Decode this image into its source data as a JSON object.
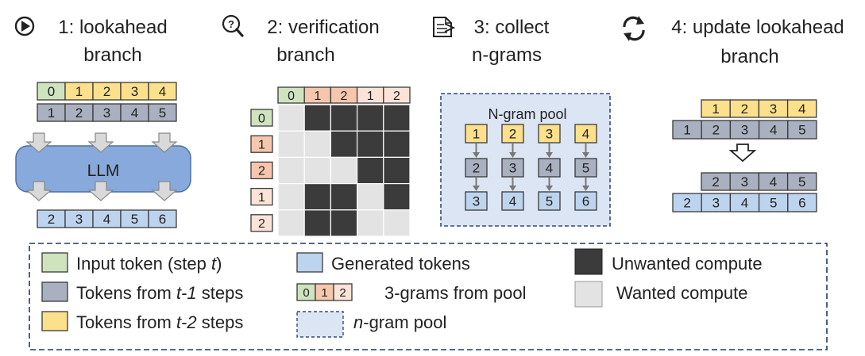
{
  "steps": [
    {
      "line1": "1: lookahead",
      "line2": "branch",
      "icon": "play-icon"
    },
    {
      "line1": "2: verification",
      "line2": "branch",
      "icon": "magnifier-question-icon"
    },
    {
      "line1": "3: collect",
      "line2": "n-grams",
      "icon": "document-icon"
    },
    {
      "line1": "4: update lookahead",
      "line2": "branch",
      "icon": "refresh-icon"
    }
  ],
  "lookahead": {
    "row_top": [
      "0",
      "1",
      "2",
      "3",
      "4"
    ],
    "row_mid": [
      "1",
      "2",
      "3",
      "4",
      "5"
    ],
    "llm_label": "LLM",
    "row_out": [
      "2",
      "3",
      "4",
      "5",
      "6"
    ]
  },
  "verification": {
    "col_header": [
      "0",
      "1",
      "2",
      "1",
      "2"
    ],
    "row_header": [
      "0",
      "1",
      "2",
      "1",
      "2"
    ],
    "mask": [
      [
        0,
        1,
        1,
        1,
        1
      ],
      [
        0,
        0,
        1,
        1,
        1
      ],
      [
        0,
        0,
        0,
        1,
        1
      ],
      [
        0,
        1,
        1,
        0,
        1
      ],
      [
        0,
        1,
        1,
        0,
        0
      ]
    ]
  },
  "pool": {
    "title": "N-gram pool",
    "row1": [
      "1",
      "2",
      "3",
      "4"
    ],
    "row2": [
      "2",
      "3",
      "4",
      "5"
    ],
    "row3": [
      "3",
      "4",
      "5",
      "6"
    ]
  },
  "update": {
    "row_a": [
      "1",
      "2",
      "3",
      "4"
    ],
    "row_b": [
      "1",
      "2",
      "3",
      "4",
      "5"
    ],
    "row_c": [
      "2",
      "3",
      "4",
      "5"
    ],
    "row_d": [
      "2",
      "3",
      "4",
      "5",
      "6"
    ]
  },
  "legend": {
    "input_token": "Input token (step ",
    "input_token_var": "t",
    "input_token_end": ")",
    "t1_prefix": "Tokens from ",
    "t1_var": "t-1",
    "t1_suffix": " steps",
    "t2_prefix": "Tokens from ",
    "t2_var": "t-2",
    "t2_suffix": " steps",
    "generated": "Generated tokens",
    "threegram_tokens": [
      "0",
      "1",
      "2"
    ],
    "threegram_label": "3-grams from pool",
    "ngram_var": "n",
    "ngram_suffix": "-gram pool",
    "unwanted": "Unwanted compute",
    "wanted": "Wanted compute"
  },
  "colors": {
    "green": "#cfe3bf",
    "yellow": "#fde08c",
    "gray": "#a9b0bf",
    "blue": "#bdd4ee",
    "salmon": "#f6c6ad",
    "peach": "#fbe3d7",
    "llm": "#88a9db",
    "pool_bg": "#dce5f4",
    "dark": "#3b3b3b",
    "light": "#e3e3e3"
  }
}
